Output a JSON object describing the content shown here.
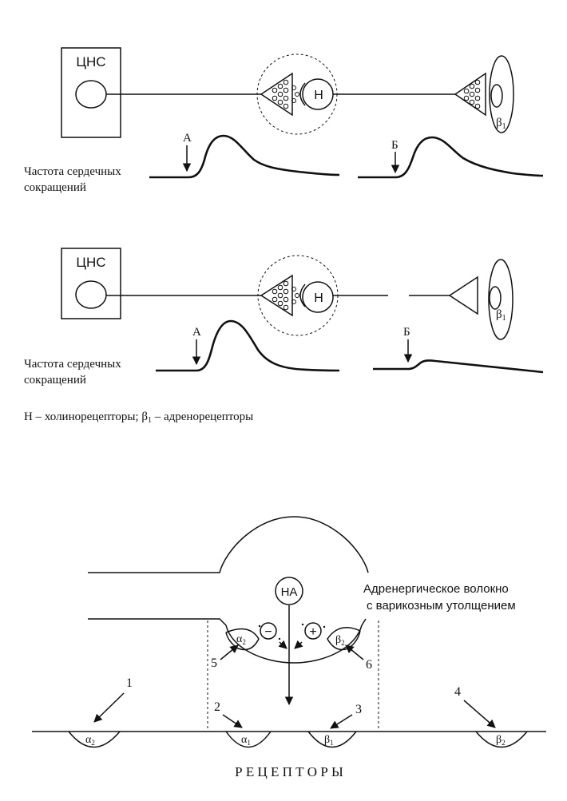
{
  "panel1": {
    "cns_label": "ЦНС",
    "ganglion_receptor": "Н",
    "target_receptor": "β",
    "target_receptor_sub": "1",
    "arrow_a": "А",
    "arrow_b": "Б",
    "hr_label_line1": "Частота сердечных",
    "hr_label_line2": "сокращений"
  },
  "panel2": {
    "cns_label": "ЦНС",
    "ganglion_receptor": "Н",
    "target_receptor": "β",
    "target_receptor_sub": "1",
    "arrow_a": "А",
    "arrow_b": "Б",
    "hr_label_line1": "Частота сердечных",
    "hr_label_line2": "сокращений"
  },
  "legend": {
    "part1": "Н – холинорецепторы; β",
    "sub": "1",
    "part2": " – адренорецепторы"
  },
  "panel3": {
    "na_label": "НА",
    "fiber_line1": "Адренергическое волокно",
    "fiber_line2": "с варикозным утолщением",
    "minus": "−",
    "plus": "+",
    "pre_alpha": "α",
    "pre_alpha_sub": "2",
    "pre_beta": "β",
    "pre_beta_sub": "2",
    "num1": "1",
    "num2": "2",
    "num3": "3",
    "num4": "4",
    "num5": "5",
    "num6": "6",
    "post_alpha2": "α",
    "post_alpha2_sub": "2",
    "post_alpha1": "α",
    "post_alpha1_sub": "1",
    "post_beta1": "β",
    "post_beta1_sub": "1",
    "post_beta2": "β",
    "post_beta2_sub": "2",
    "receptors_label": "Р Е Ц Е П Т О Р Ы"
  }
}
